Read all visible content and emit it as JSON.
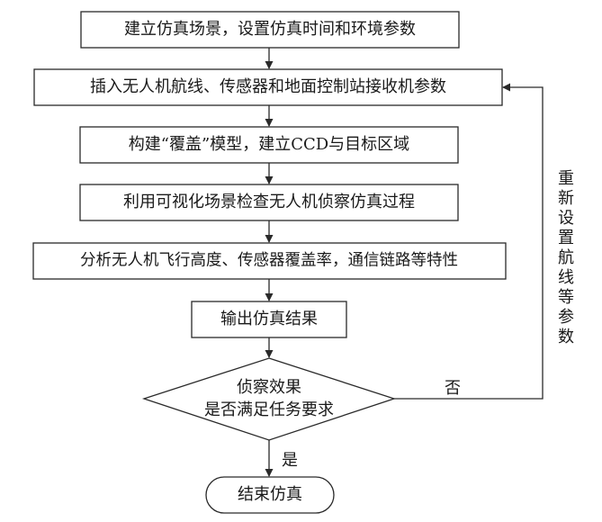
{
  "steps": [
    "建立仿真场景，设置仿真时间和环境参数",
    "插入无人机航线、传感器和地面控制站接收机参数",
    "构建“覆盖”模型，建立CCD与目标区域",
    "利用可视化场景检查无人机侦察仿真过程",
    "分析无人机飞行高度、传感器覆盖率，通信链路等特性",
    "输出仿真结果"
  ],
  "decision": {
    "line1": "侦察效果",
    "line2": "是否满足任务要求"
  },
  "yes_label": "是",
  "no_label": "否",
  "loop_label": [
    "重",
    "新",
    "设",
    "置",
    "航",
    "线",
    "等",
    "参",
    "数"
  ],
  "end_label": "结束仿真"
}
